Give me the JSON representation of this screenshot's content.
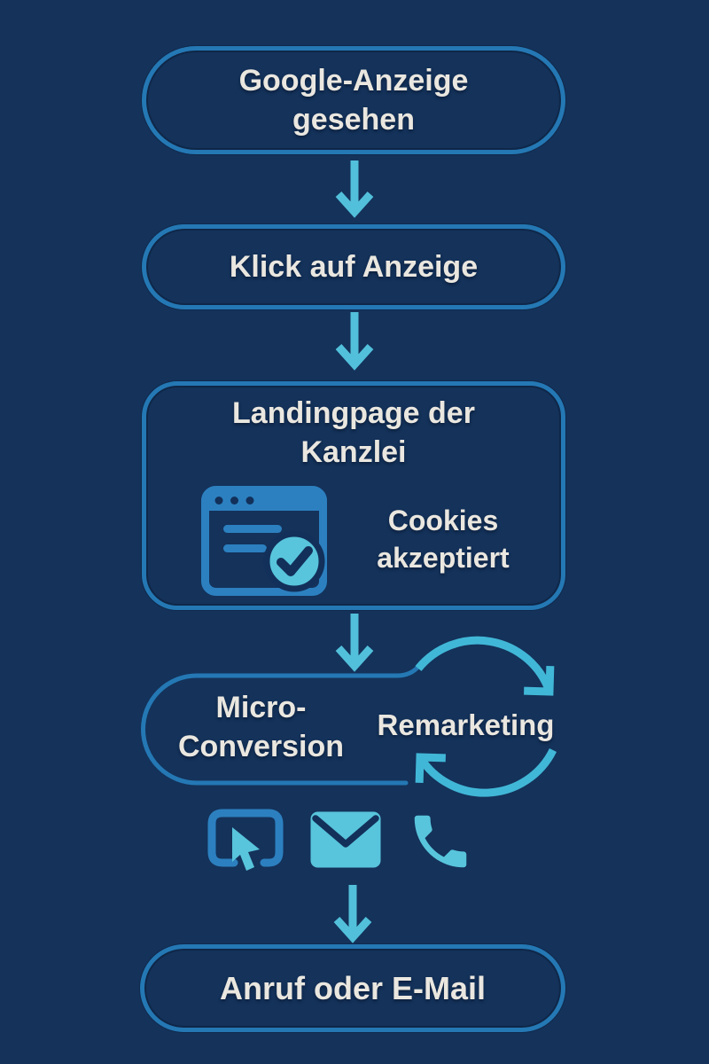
{
  "colors": {
    "background": "#14325A",
    "box_border": "#2478B4",
    "text": "#EAE7E0",
    "arrow": "#52C0DB",
    "loop": "#41B7D7",
    "icon_blue": "#2C80C0",
    "icon_cyan": "#58C5DC",
    "icon_dark": "#12305A"
  },
  "steps": [
    {
      "label": "Google-Anzeige gesehen"
    },
    {
      "label": "Klick auf Anzeige"
    },
    {
      "label": "Landingpage der Kanzlei",
      "note": "Cookies akzeptiert"
    },
    {
      "label": "Micro-Conversion",
      "loop_label": "Remarketing"
    },
    {
      "label": "Anruf oder E-Mail"
    }
  ],
  "icons": {
    "landingpage": "browser-check-icon",
    "micro_conversion_channels": [
      "click-icon",
      "email-icon",
      "phone-icon"
    ],
    "loop": "cycle-arrows-icon",
    "connectors": "down-arrow-icon"
  }
}
